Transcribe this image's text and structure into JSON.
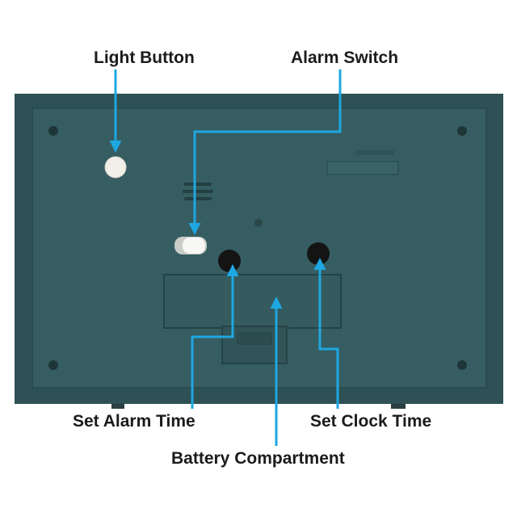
{
  "labels": {
    "light_button": "Light Button",
    "alarm_switch": "Alarm Switch",
    "set_alarm_time": "Set Alarm Time",
    "set_clock_time": "Set Clock Time",
    "battery_compartment": "Battery Compartment"
  },
  "colors": {
    "body": "#335a5e",
    "body_dark": "#2a4c50",
    "leader_line": "#1ea7e1",
    "label_text": "#1b1b1b"
  }
}
